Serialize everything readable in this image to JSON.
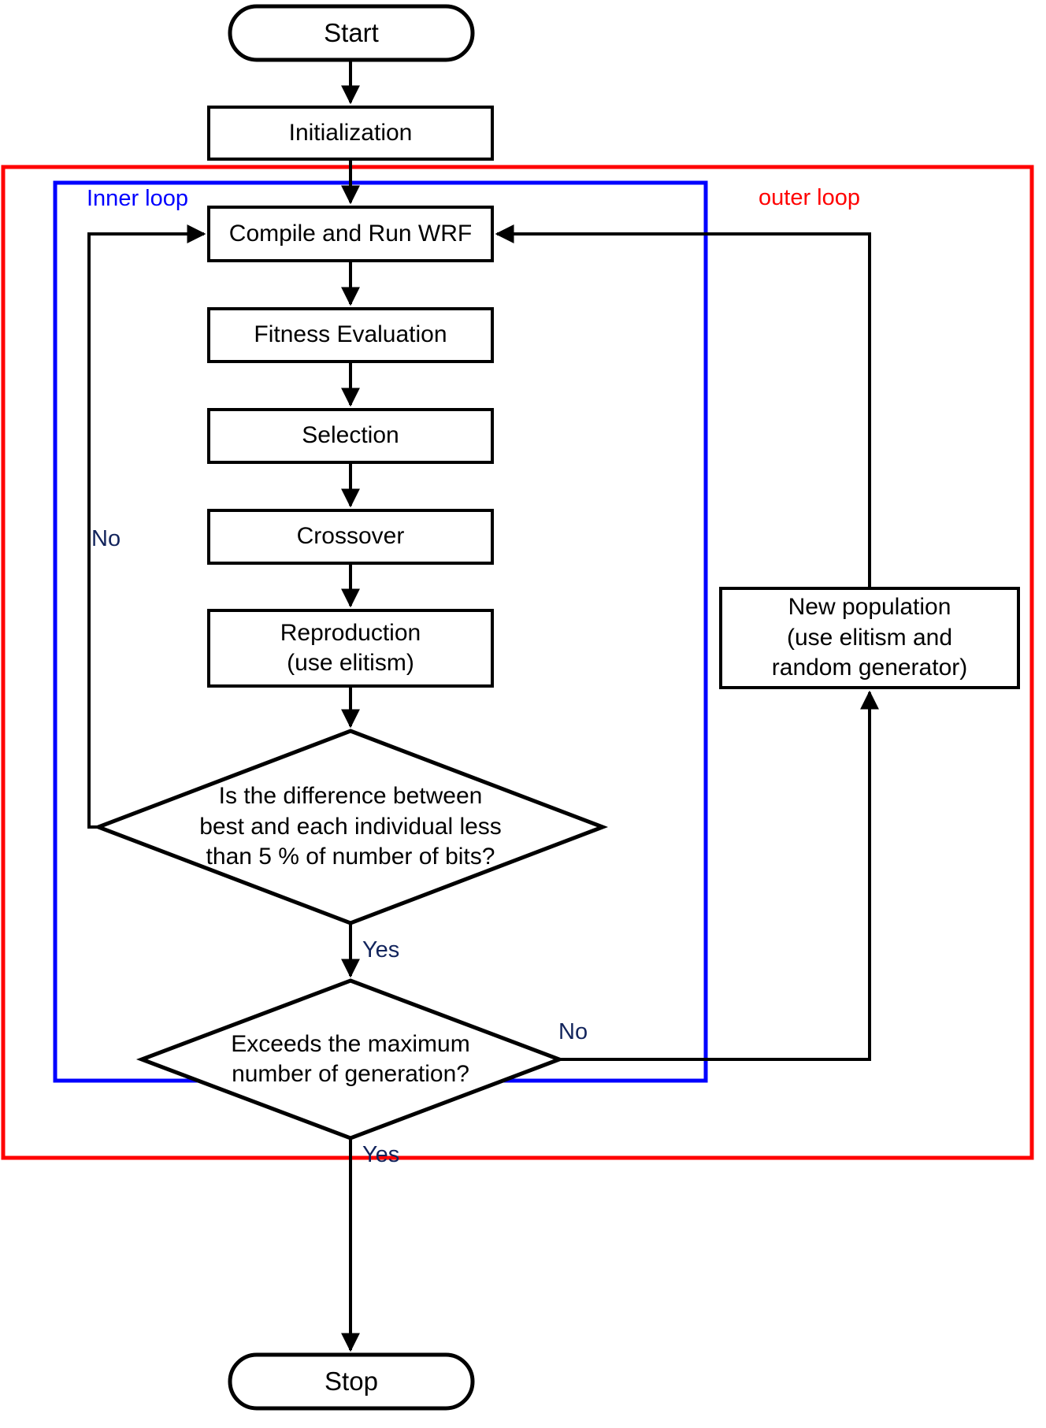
{
  "diagram": {
    "title": "WRF Genetic Algorithm Optimization Flowchart",
    "colors": {
      "inner_loop_border": "#0000ff",
      "outer_loop_border": "#ff0000",
      "node_border": "#000000",
      "node_fill": "#ffffff",
      "edge_label_text": "#12245c",
      "connector": "#000000"
    },
    "groups": [
      {
        "id": "inner-loop",
        "label": "Inner loop",
        "color": "#0000ff"
      },
      {
        "id": "outer-loop",
        "label": "outer loop",
        "color": "#ff0000"
      }
    ],
    "nodes": [
      {
        "id": "start",
        "shape": "stadium",
        "lines": [
          "Start"
        ]
      },
      {
        "id": "initialization",
        "shape": "rect",
        "lines": [
          "Initialization"
        ]
      },
      {
        "id": "compile-run-wrf",
        "shape": "rect",
        "lines": [
          "Compile and Run WRF"
        ]
      },
      {
        "id": "fitness-evaluation",
        "shape": "rect",
        "lines": [
          "Fitness Evaluation"
        ]
      },
      {
        "id": "selection",
        "shape": "rect",
        "lines": [
          "Selection"
        ]
      },
      {
        "id": "crossover",
        "shape": "rect",
        "lines": [
          "Crossover"
        ]
      },
      {
        "id": "reproduction",
        "shape": "rect",
        "lines": [
          "Reproduction",
          "(use elitism)"
        ]
      },
      {
        "id": "difference-check",
        "shape": "diamond",
        "lines": [
          "Is the difference between",
          "best and each individual less",
          "than 5 % of number of bits?"
        ]
      },
      {
        "id": "max-generation-check",
        "shape": "diamond",
        "lines": [
          "Exceeds the maximum",
          "number of generation?"
        ]
      },
      {
        "id": "new-population",
        "shape": "rect",
        "lines": [
          "New population",
          "(use elitism and",
          "random generator)"
        ]
      },
      {
        "id": "stop",
        "shape": "stadium",
        "lines": [
          "Stop"
        ]
      }
    ],
    "edge_labels": [
      {
        "id": "inner-loop-no",
        "text": "No"
      },
      {
        "id": "inner-loop-yes",
        "text": "Yes"
      },
      {
        "id": "outer-loop-no",
        "text": "No"
      },
      {
        "id": "terminate-yes",
        "text": "Yes"
      }
    ]
  }
}
